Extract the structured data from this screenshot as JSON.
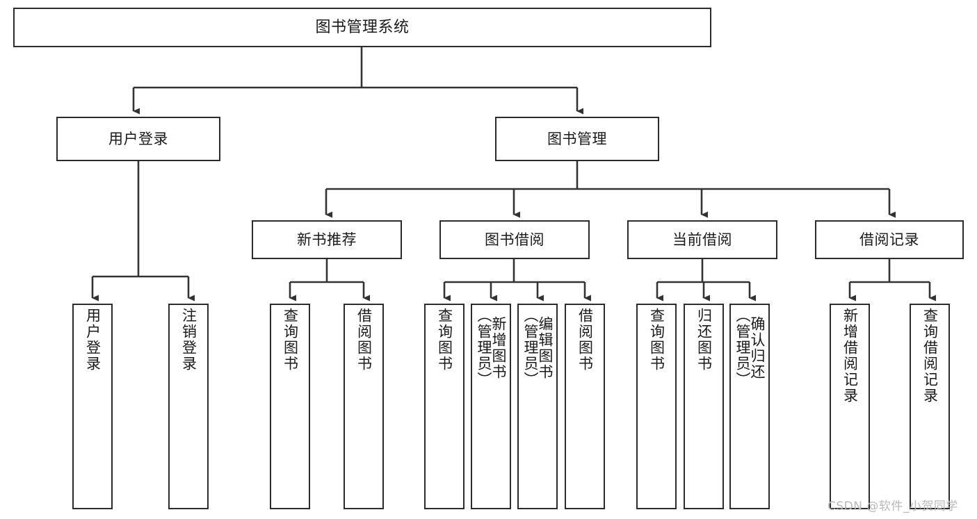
{
  "diagram": {
    "title": "图书管理系统",
    "type": "functional-structure-tree",
    "watermark": "CSDN @软件_小贺同学",
    "colors": {
      "box_border": "#2b2b2b",
      "box_fill": "#ffffff",
      "connector": "#333333",
      "text": "#1a1a1a",
      "watermark": "#b9b9b9",
      "background": "#ffffff"
    },
    "levels": {
      "root": "图书管理系统",
      "level1": [
        "用户登录",
        "图书管理"
      ],
      "level2": [
        "新书推荐",
        "图书借阅",
        "当前借阅",
        "借阅记录"
      ]
    },
    "nodes": {
      "root": {
        "label": "图书管理系统"
      },
      "user_login": {
        "label": "用户登录"
      },
      "book_manage": {
        "label": "图书管理"
      },
      "new_book_rec": {
        "label": "新书推荐"
      },
      "book_borrow": {
        "label": "图书借阅"
      },
      "current_borrow": {
        "label": "当前借阅"
      },
      "borrow_record": {
        "label": "借阅记录"
      },
      "leaf_user_login": {
        "label": "用户登录"
      },
      "leaf_user_logout": {
        "label": "注销登录"
      },
      "leaf_rec_query": {
        "label": "查询图书"
      },
      "leaf_rec_borrow": {
        "label": "借阅图书"
      },
      "leaf_borrow_query": {
        "label": "查询图书"
      },
      "leaf_borrow_add": {
        "label": "新增图书\n（管理员）"
      },
      "leaf_borrow_edit": {
        "label": "编辑图书\n（管理员）"
      },
      "leaf_borrow_lend": {
        "label": "借阅图书"
      },
      "leaf_cur_query": {
        "label": "查询图书"
      },
      "leaf_cur_return": {
        "label": "归还图书"
      },
      "leaf_cur_confirm": {
        "label": "确认归还\n（管理员）"
      },
      "leaf_rec_add": {
        "label": "新增借阅记录"
      },
      "leaf_rec_search": {
        "label": "查询借阅记录"
      }
    }
  }
}
